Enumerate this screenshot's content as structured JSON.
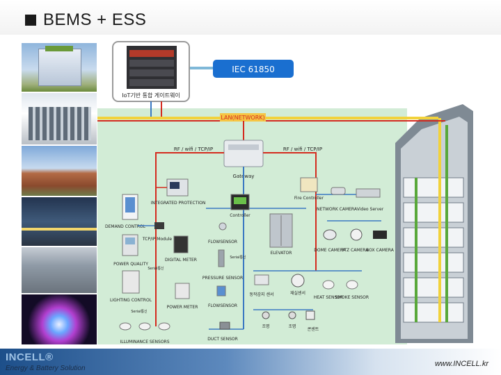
{
  "header": {
    "title": "BEMS + ESS"
  },
  "gateway_box": {
    "label": "IoT기반 통합 게이트웨이"
  },
  "protocol": {
    "label": "IEC 61850"
  },
  "network": {
    "label": "LAN(NETWORK)"
  },
  "links": {
    "left": "RF / wifi / TCP/IP",
    "right": "RF / wifi / TCP/IP"
  },
  "nodes": {
    "gateway": "Gateway",
    "integrated_protection": "INTEGRATED PROTECTION",
    "demand_control": "DEMAND CONTROL",
    "tcpip_module": "TCP/IP Module",
    "power_quality": "POWER QUALITY",
    "digital_meter": "DIGITAL METER",
    "serial_a": "Serial통신",
    "serial_b": "Serial통신",
    "serial_c": "Serial통신",
    "lighting_control": "LIGHTING CONTROL",
    "power_meter": "POWER METER",
    "illuminance_sensors": "ILLUMINANCE SENSORS",
    "controller": "Controller",
    "flow_sensor_1": "FLOWSENSOR",
    "pressure_sensor": "PRESSURE SENSOR",
    "flow_sensor_2": "FLOWSENSOR",
    "duct_sensor": "DUCT SENSOR",
    "elevator": "ELEVATOR",
    "fire_controller": "Fire Controller",
    "network_camera": "NETWORK CAMERA",
    "video_server": "Video Server",
    "dome_camera": "DOME CAMERA",
    "ptz_camera": "PTZ CAMERA",
    "box_camera": "BOX CAMERA",
    "motion_sensor": "동작감지 센서",
    "occupancy_sensor": "재실센서",
    "heat_sensor": "HEAT SENSOR",
    "smoke_sensor": "SMOKE SENSOR",
    "light_1": "조명",
    "light_2": "조명",
    "outlet": "콘센트"
  },
  "footer": {
    "brand": "INCELL®",
    "slogan": "Energy & Battery Solution",
    "website": "www.INCELL.kr"
  },
  "colors": {
    "network_red": "#d42a1e",
    "network_yellow": "#f2d23b",
    "line_blue": "#3a78c2",
    "panel_green": "#d2ecd6",
    "protocol_blue": "#1a6fd0"
  }
}
